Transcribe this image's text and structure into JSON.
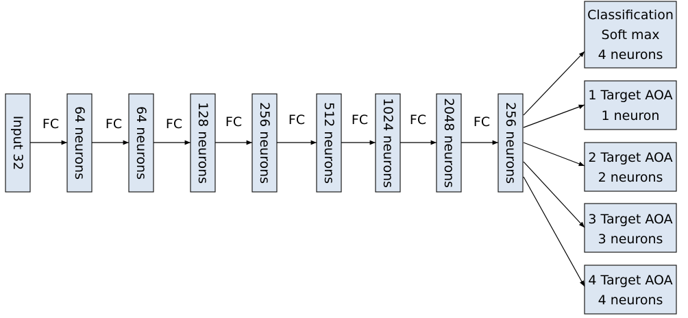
{
  "layers": [
    {
      "label": "Input 32"
    },
    {
      "label": "64 neurons"
    },
    {
      "label": "64 neurons"
    },
    {
      "label": "128 neurons"
    },
    {
      "label": "256 neurons"
    },
    {
      "label": "512 neurons"
    },
    {
      "label": "1024 neurons"
    },
    {
      "label": "2048 neurons"
    },
    {
      "label": "256 neurons"
    }
  ],
  "connection_label": "FC",
  "heads": [
    {
      "lines": [
        "Classification",
        "Soft max",
        "4 neurons"
      ]
    },
    {
      "lines": [
        "1 Target AOA",
        "1 neuron"
      ]
    },
    {
      "lines": [
        "2 Target AOA",
        "2 neurons"
      ]
    },
    {
      "lines": [
        "3 Target AOA",
        "3 neurons"
      ]
    },
    {
      "lines": [
        "4 Target AOA",
        "4 neurons"
      ]
    }
  ],
  "colors": {
    "box_fill": "#dce6f2",
    "stroke": "#1a1a1a",
    "text": "#000000"
  }
}
